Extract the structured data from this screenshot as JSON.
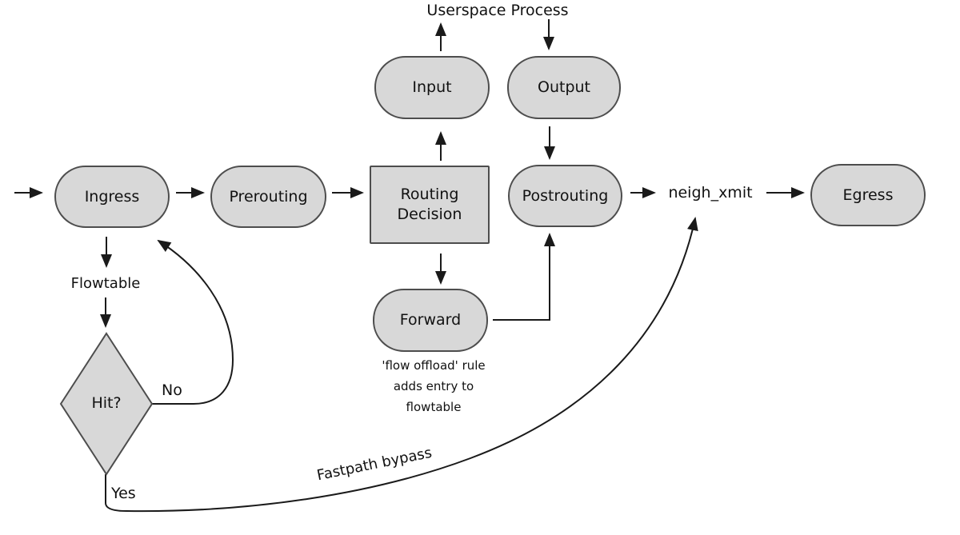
{
  "diagram": {
    "description": "Netfilter flowtable packet flow diagram",
    "colors": {
      "node_fill": "#d8d8d8",
      "node_border": "#4d4d4d",
      "line": "#1a1a1a",
      "text": "#111111",
      "background": "#ffffff"
    },
    "nodes": {
      "ingress": {
        "label": "Ingress",
        "shape": "stadium"
      },
      "prerouting": {
        "label": "Prerouting",
        "shape": "stadium"
      },
      "routing_decision": {
        "label": "Routing\nDecision",
        "shape": "rect"
      },
      "input": {
        "label": "Input",
        "shape": "stadium"
      },
      "output": {
        "label": "Output",
        "shape": "stadium"
      },
      "postrouting": {
        "label": "Postrouting",
        "shape": "stadium"
      },
      "forward": {
        "label": "Forward",
        "shape": "stadium"
      },
      "egress": {
        "label": "Egress",
        "shape": "stadium"
      },
      "hit": {
        "label": "Hit?",
        "shape": "diamond"
      }
    },
    "labels": {
      "userspace_process": "Userspace Process",
      "neigh_xmit": "neigh_xmit",
      "flowtable": "Flowtable",
      "no": "No",
      "yes": "Yes",
      "fastpath_bypass": "Fastpath bypass",
      "flow_offload_note": "'flow offload' rule\nadds entry to\nflowtable"
    }
  }
}
